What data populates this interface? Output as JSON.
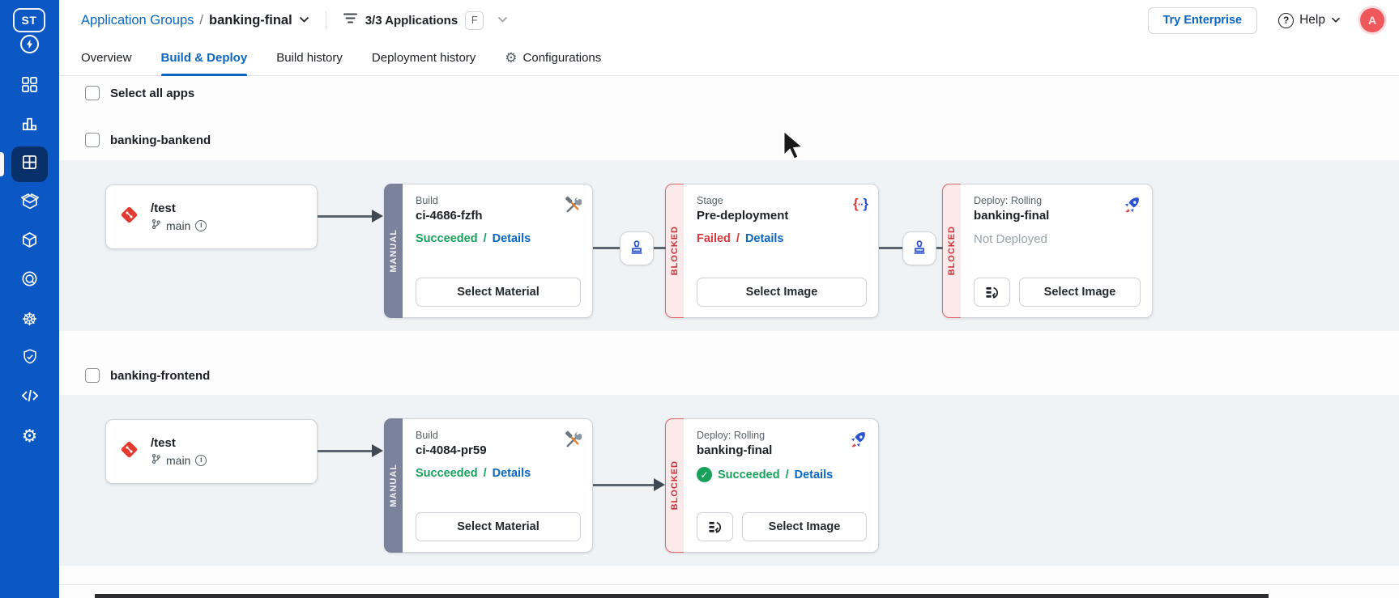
{
  "sidebar": {
    "logo_text": "ST",
    "icons": [
      "apps-grid-icon",
      "jobs-chart-icon",
      "application-groups-icon",
      "chart-store-box-icon",
      "bulk-edit-cube-icon",
      "resource-browser-icon",
      "global-config-wheel-icon",
      "security-shield-icon",
      "code-icon",
      "settings-gear-icon"
    ]
  },
  "header": {
    "breadcrumb_root": "Application Groups",
    "breadcrumb_separator": "/",
    "breadcrumb_current": "banking-final",
    "filter_label": "3/3 Applications",
    "filter_shortcut": "F",
    "try_enterprise_label": "Try Enterprise",
    "help_label": "Help",
    "avatar_initial": "A"
  },
  "tabs": {
    "active": "Build & Deploy",
    "items": [
      {
        "label": "Overview"
      },
      {
        "label": "Build & Deploy"
      },
      {
        "label": "Build history"
      },
      {
        "label": "Deployment history"
      },
      {
        "label": "Configurations"
      }
    ]
  },
  "content": {
    "select_all_label": "Select all apps",
    "apps": [
      {
        "name": "banking-bankend",
        "source": {
          "path": "/test",
          "branch": "main"
        },
        "nodes": [
          {
            "kind": "build",
            "strip": "MANUAL",
            "title": "Build",
            "name": "ci-4686-fzfh",
            "status": "Succeeded",
            "separator": "/",
            "details_label": "Details",
            "action_label": "Select Material"
          },
          {
            "kind": "stage",
            "strip": "BLOCKED",
            "title": "Stage",
            "name": "Pre-deployment",
            "status": "Failed",
            "separator": "/",
            "details_label": "Details",
            "action_label": "Select Image"
          },
          {
            "kind": "deploy",
            "strip": "BLOCKED",
            "title": "Deploy: Rolling",
            "name": "banking-final",
            "status": "Not Deployed",
            "action_label": "Select Image"
          }
        ]
      },
      {
        "name": "banking-frontend",
        "source": {
          "path": "/test",
          "branch": "main"
        },
        "nodes": [
          {
            "kind": "build",
            "strip": "MANUAL",
            "title": "Build",
            "name": "ci-4084-pr59",
            "status": "Succeeded",
            "separator": "/",
            "details_label": "Details",
            "action_label": "Select Material"
          },
          {
            "kind": "deploy",
            "strip": "BLOCKED",
            "title": "Deploy: Rolling",
            "name": "banking-final",
            "status": "Succeeded",
            "separator": "/",
            "details_label": "Details",
            "action_label": "Select Image"
          }
        ]
      }
    ]
  },
  "colors": {
    "accent": "#0a66c2",
    "sidebar": "#0b58c5",
    "success": "#18a15a",
    "danger": "#d8373d",
    "manual_strip": "#7b829c",
    "blocked_bg": "#fce9ea",
    "avatar_bg": "#ee585d"
  }
}
